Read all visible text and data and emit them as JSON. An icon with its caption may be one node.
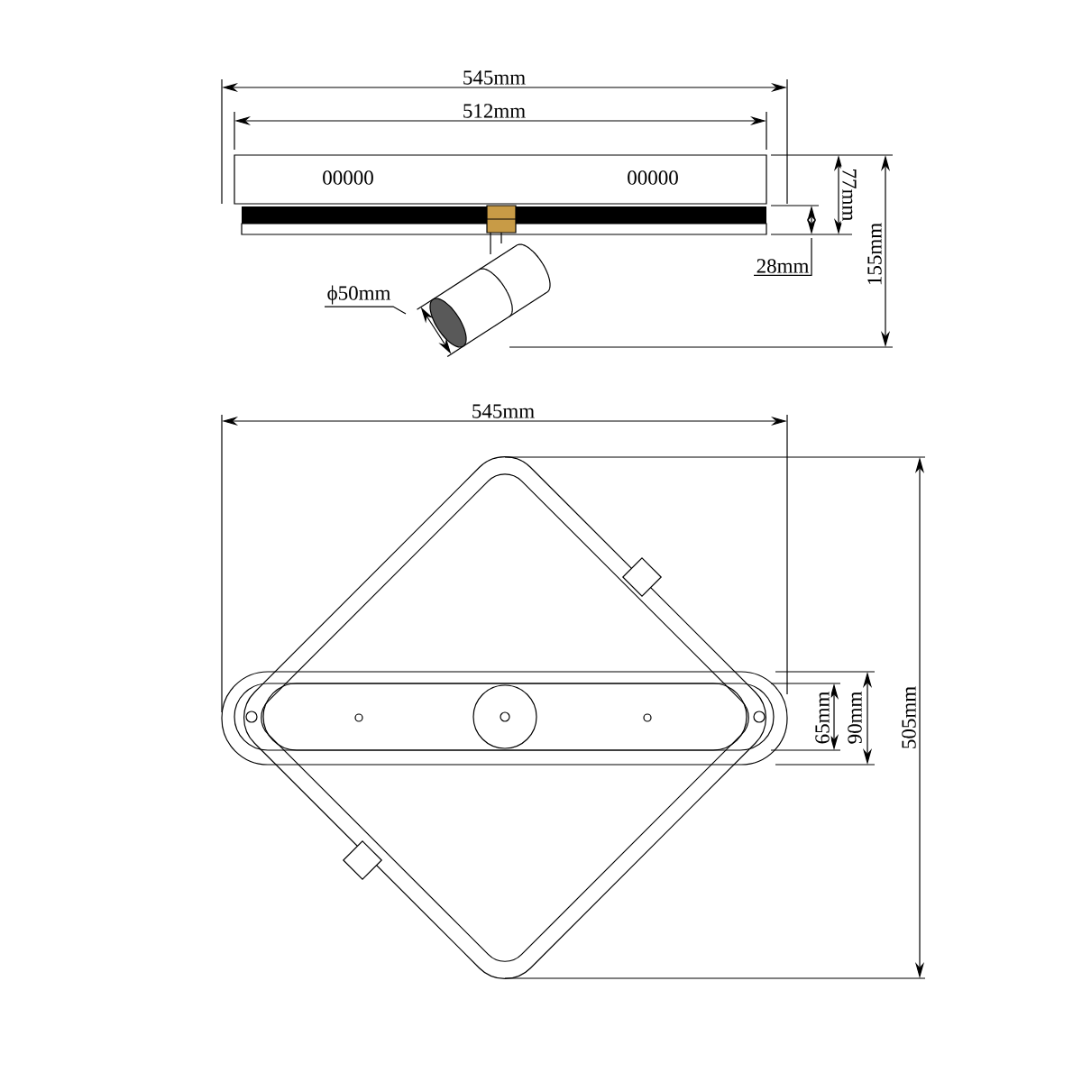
{
  "diagram": {
    "nodes": [
      {
        "text": [
          "28mm"
        ]
      },
      {
        "text": [
          "ϕ50mm"
        ]
      }
    ],
    "edges": [
      {
        "from": 0,
        "to": null,
        "arrow": "none"
      },
      {
        "from": 1,
        "to": null,
        "arrow": "none"
      }
    ],
    "labels": [
      "545mm",
      "512mm",
      "00000",
      "00000",
      "77mm",
      "155mm",
      "545mm",
      "65mm",
      "90mm",
      "505mm"
    ]
  }
}
